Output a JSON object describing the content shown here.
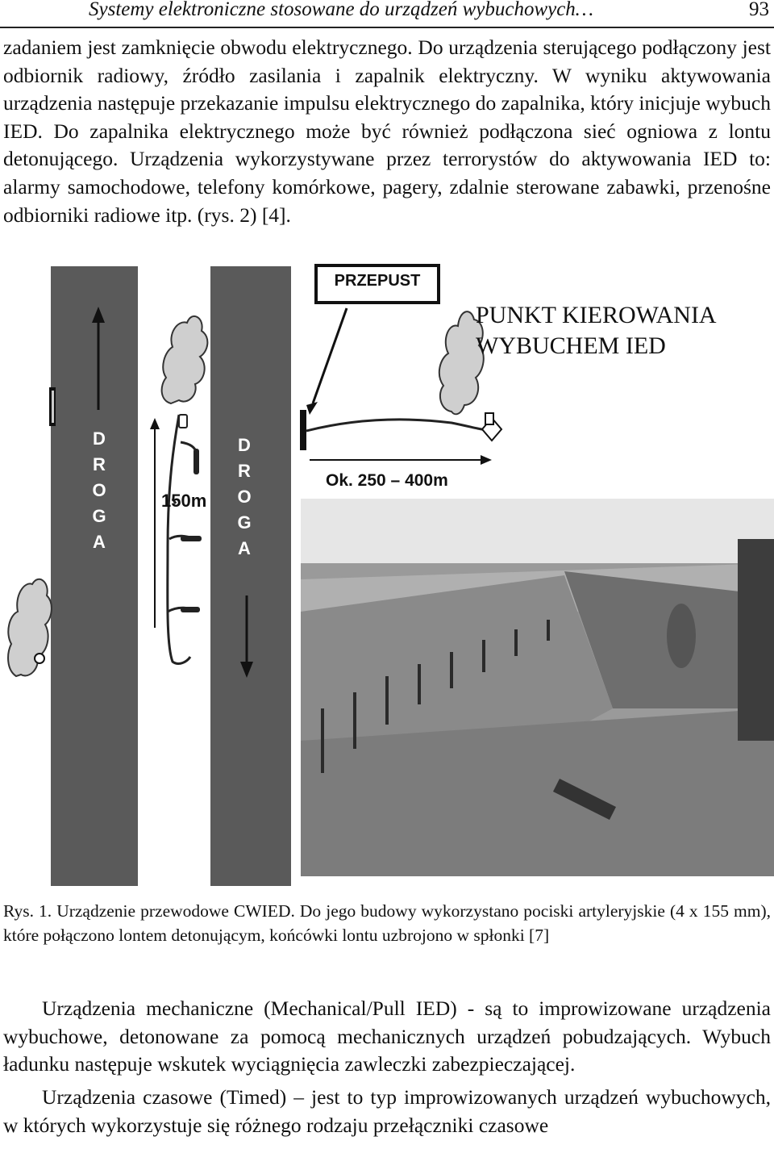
{
  "header": {
    "running_title": "Systemy elektroniczne stosowane do urządzeń wybuchowych…",
    "page_number": "93"
  },
  "paragraph_1": "zadaniem jest zamknięcie obwodu elektrycznego. Do urządzenia sterującego podłączony jest odbiornik radiowy, źródło zasilania i zapalnik elektryczny. W wyniku aktywowania urządzenia następuje przekazanie impulsu elektrycznego do zapalnika, który inicjuje wybuch IED. Do zapalnika elektrycznego może być również podłączona sieć ogniowa z lontu detonującego. Urządzenia wykorzystywane przez terrorystów do aktywowania IED to: alarmy samochodowe, telefony komórkowe, pagery, zdalnie sterowane zabawki, przenośne odbiorniki radiowe itp. (rys. 2) [4].",
  "figure": {
    "culvert_label": "PRZEPUST",
    "command_point_line1": "PUNKT KIEROWANIA",
    "command_point_line2": "WYBUCHEM IED",
    "road_left": "D R O G A",
    "road_right": "D R O G A",
    "distance_label": "150m",
    "range_label": "Ok. 250 – 400m",
    "photo_description_icon": "photo-icon"
  },
  "caption": "Rys. 1. Urządzenie przewodowe CWIED. Do jego budowy wykorzystano pociski artyleryjskie (4 x 155 mm), które połączono lontem detonującym, końcówki lontu uzbrojono w spłonki [7]",
  "paragraph_2": "Urządzenia mechaniczne (Mechanical/Pull IED) - są to improwizowane urządzenia wybuchowe, detonowane za pomocą mechanicznych urządzeń pobudzających. Wybuch ładunku następuje wskutek wyciągnięcia zawleczki zabezpieczającej.",
  "paragraph_3": "Urządzenia czasowe (Timed) – jest to typ improwizowanych urządzeń wybuchowych, w których wykorzystuje się różnego rodzaju przełączniki czasowe"
}
